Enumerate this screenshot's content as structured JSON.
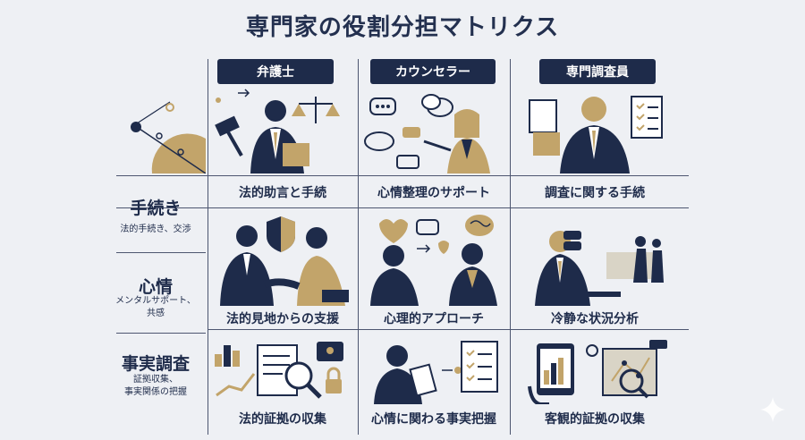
{
  "title": "専門家の役割分担マトリクス",
  "columns": [
    {
      "label": "弁護士"
    },
    {
      "label": "カウンセラー"
    },
    {
      "label": "専門調査員"
    }
  ],
  "rows": [
    {
      "title": "手続き",
      "subtitle": "法的手続き、交渉"
    },
    {
      "title": "心情",
      "subtitle_line1": "メンタルサポート、",
      "subtitle_line2": "共感"
    },
    {
      "title": "事実調査",
      "subtitle_line1": "証拠収集、",
      "subtitle_line2": "事実関係の把握"
    }
  ],
  "cells": [
    [
      "法的助言と手続",
      "心情整理のサポート",
      "調査に関する手続"
    ],
    [
      "法的見地からの支援",
      "心理的アプローチ",
      "冷静な状況分析"
    ],
    [
      "法的証拠の収集",
      "心情に関わる事実把握",
      "客観的証拠の収集"
    ]
  ],
  "colors": {
    "navy": "#1e2b4a",
    "gold": "#c2a46a",
    "background": "#eef0f4"
  }
}
